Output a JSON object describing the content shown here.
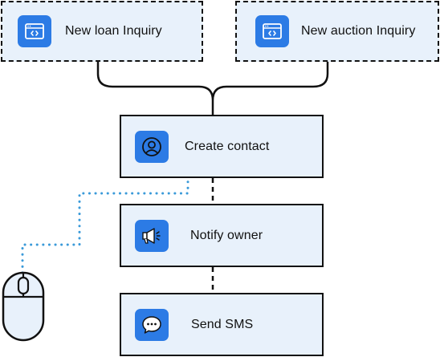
{
  "nodes": {
    "loan_inquiry": {
      "label": "New loan Inquiry",
      "icon": "web-form-icon",
      "kind": "trigger"
    },
    "auction_inquiry": {
      "label": "New auction Inquiry",
      "icon": "web-form-icon",
      "kind": "trigger"
    },
    "create_contact": {
      "label": "Create contact",
      "icon": "user-circle-icon",
      "kind": "action"
    },
    "notify_owner": {
      "label": "Notify owner",
      "icon": "megaphone-icon",
      "kind": "action"
    },
    "send_sms": {
      "label": "Send SMS",
      "icon": "chat-bubble-icon",
      "kind": "action"
    }
  },
  "edges": [
    {
      "from": "loan_inquiry",
      "to": "create_contact",
      "style": "solid-bracket"
    },
    {
      "from": "auction_inquiry",
      "to": "create_contact",
      "style": "solid-bracket"
    },
    {
      "from": "create_contact",
      "to": "notify_owner",
      "style": "dashed"
    },
    {
      "from": "notify_owner",
      "to": "send_sms",
      "style": "dashed"
    }
  ],
  "pointer": {
    "icon": "mouse-icon",
    "path_style": "dotted",
    "path_color": "#3a9ad9"
  },
  "colors": {
    "node_fill": "#e8f1fb",
    "node_border": "#111111",
    "icon_fill": "#2c7be5",
    "mouse_fill": "#e8f1fb"
  }
}
